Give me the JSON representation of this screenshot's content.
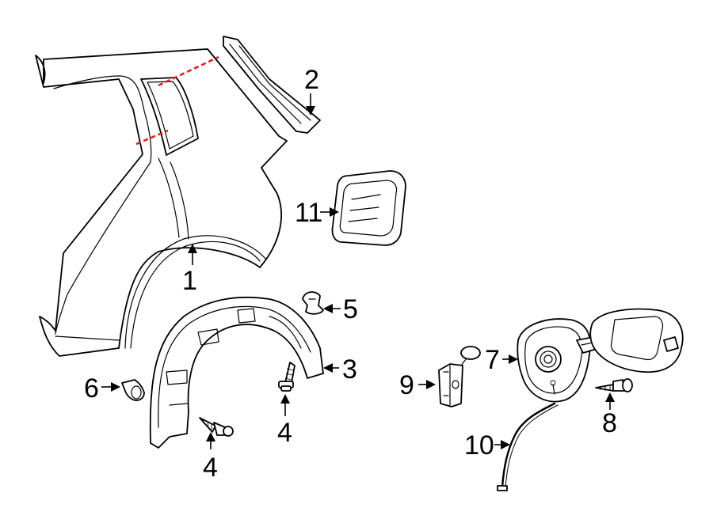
{
  "callouts": {
    "c1": "1",
    "c2": "2",
    "c3": "3",
    "c4a": "4",
    "c4b": "4",
    "c5": "5",
    "c6": "6",
    "c7": "7",
    "c8": "8",
    "c9": "9",
    "c10": "10",
    "c11": "11"
  },
  "colors": {
    "line": "#000000",
    "cut_line": "#e02020",
    "background": "#ffffff"
  }
}
